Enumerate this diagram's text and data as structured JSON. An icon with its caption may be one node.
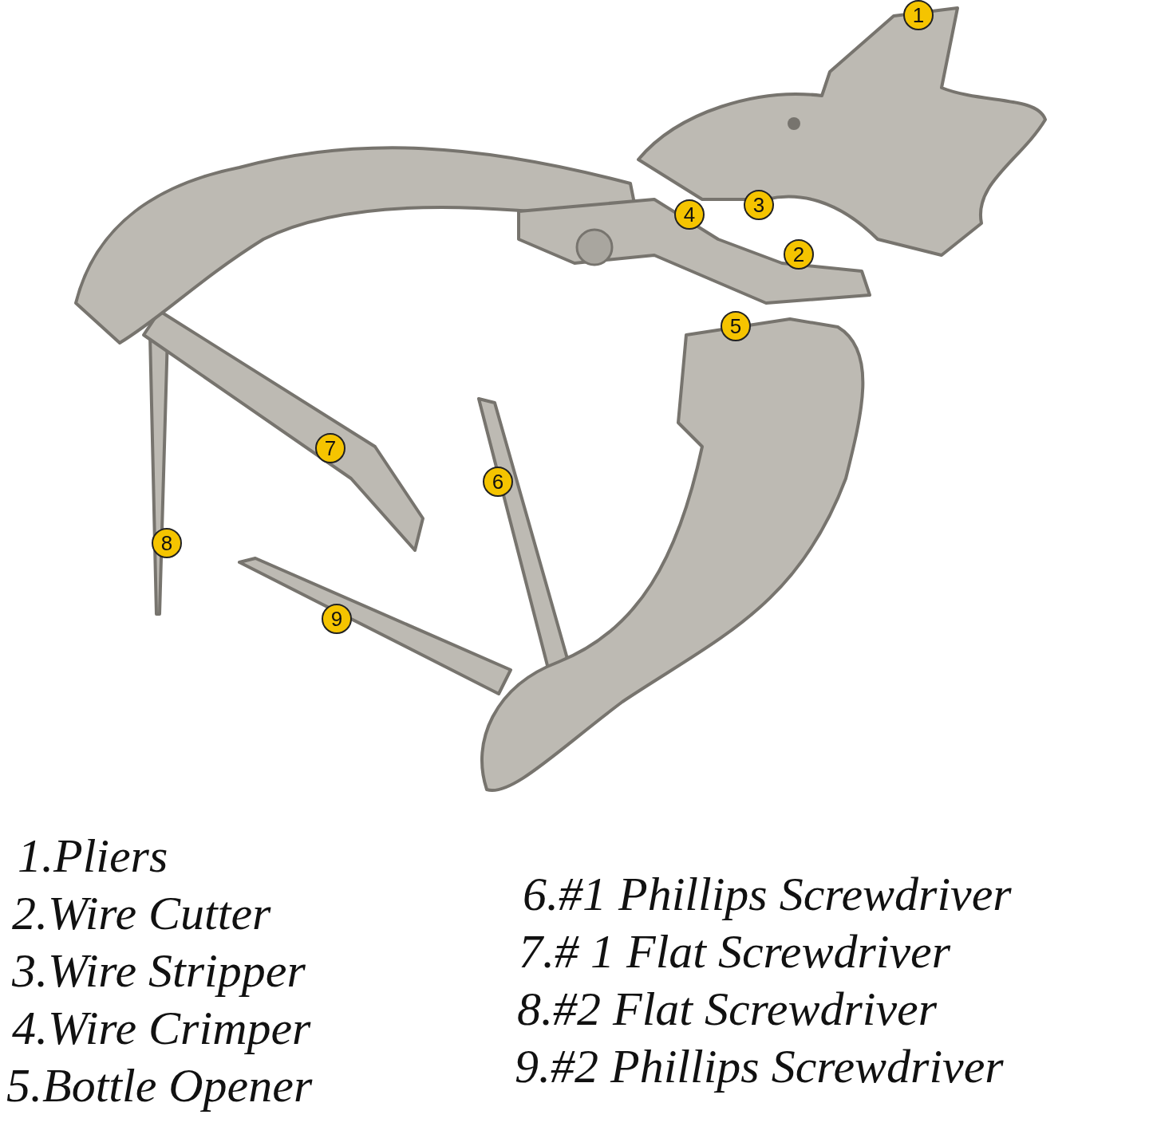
{
  "diagram": {
    "labels": [
      "1",
      "3",
      "4",
      "2",
      "5",
      "7",
      "6",
      "8",
      "9",
      "1.Pliers",
      "2.Wire Cutter",
      "3.Wire Stripper",
      "4.Wire Crimper",
      "5.Bottle Opener",
      "6.#1 Phillips Screwdriver",
      "7.# 1 Flat Screwdriver",
      "8.#2 Flat Screwdriver",
      "9.#2 Phillips Screwdriver"
    ]
  }
}
